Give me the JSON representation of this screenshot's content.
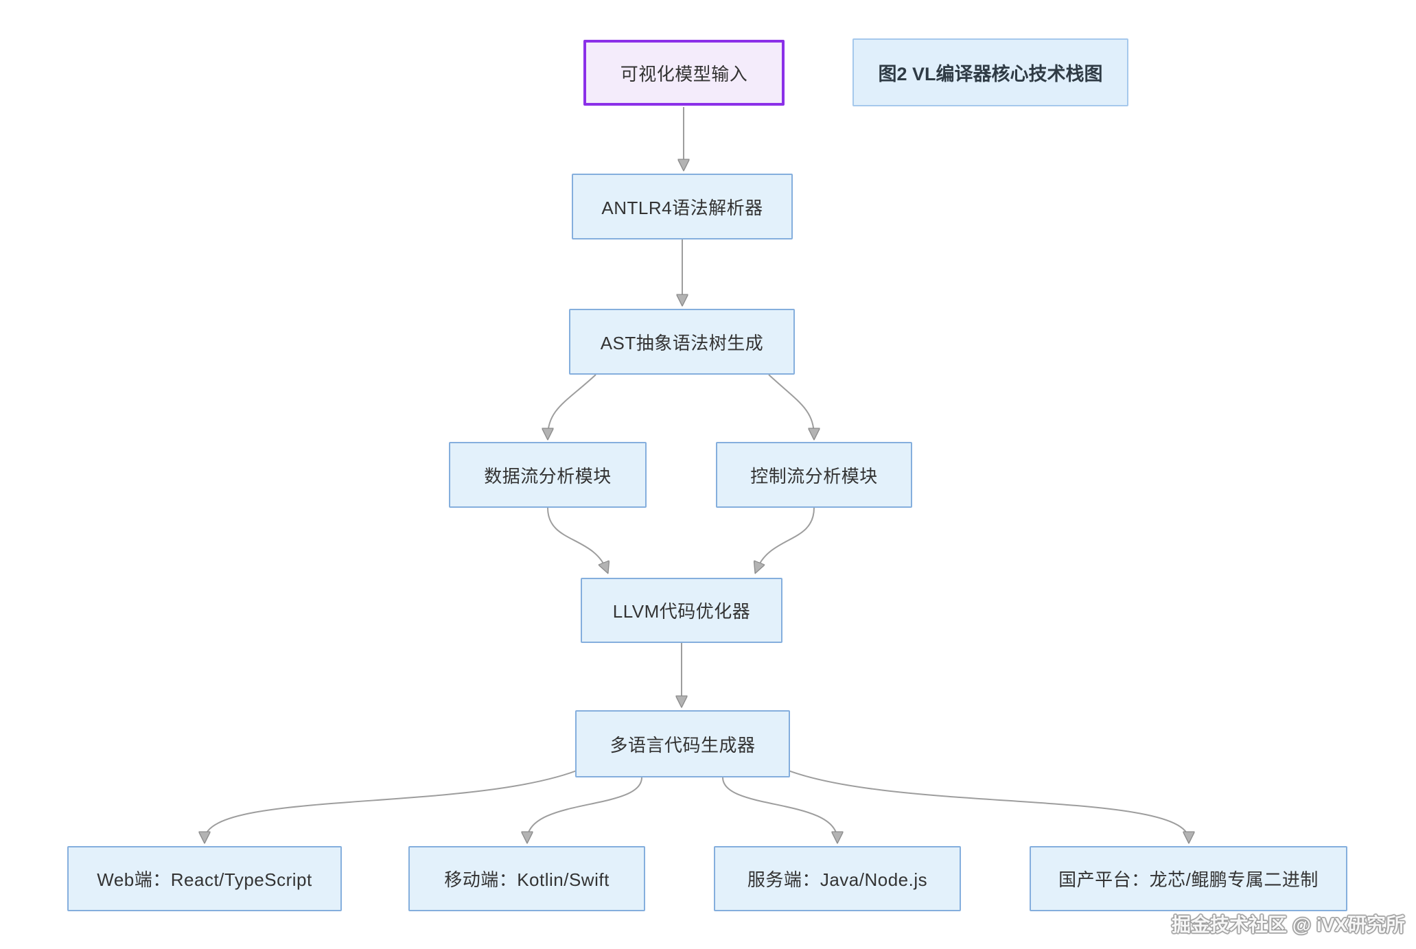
{
  "diagram": {
    "caption": "图2 VL编译器核心技术栈图",
    "watermark": "掘金技术社区 @ iVX研究所",
    "colors": {
      "node_fill": "#e3f1fb",
      "node_border": "#84aedd",
      "input_fill": "#f4ecfb",
      "input_border": "#8b30e8",
      "edge": "#999999",
      "text": "#333333"
    },
    "nodes": {
      "input": {
        "label": "可视化模型输入"
      },
      "antlr": {
        "label": "ANTLR4语法解析器"
      },
      "ast": {
        "label": "AST抽象语法树生成"
      },
      "dataflow": {
        "label": "数据流分析模块"
      },
      "controlflow": {
        "label": "控制流分析模块"
      },
      "llvm": {
        "label": "LLVM代码优化器"
      },
      "codegen": {
        "label": "多语言代码生成器"
      },
      "web": {
        "label": "Web端：React/TypeScript"
      },
      "mobile": {
        "label": "移动端：Kotlin/Swift"
      },
      "server": {
        "label": "服务端：Java/Node.js"
      },
      "domestic": {
        "label": "国产平台：龙芯/鲲鹏专属二进制"
      }
    },
    "edges": [
      {
        "from": "input",
        "to": "antlr"
      },
      {
        "from": "antlr",
        "to": "ast"
      },
      {
        "from": "ast",
        "to": "dataflow"
      },
      {
        "from": "ast",
        "to": "controlflow"
      },
      {
        "from": "dataflow",
        "to": "llvm"
      },
      {
        "from": "controlflow",
        "to": "llvm"
      },
      {
        "from": "llvm",
        "to": "codegen"
      },
      {
        "from": "codegen",
        "to": "web"
      },
      {
        "from": "codegen",
        "to": "mobile"
      },
      {
        "from": "codegen",
        "to": "server"
      },
      {
        "from": "codegen",
        "to": "domestic"
      }
    ]
  }
}
